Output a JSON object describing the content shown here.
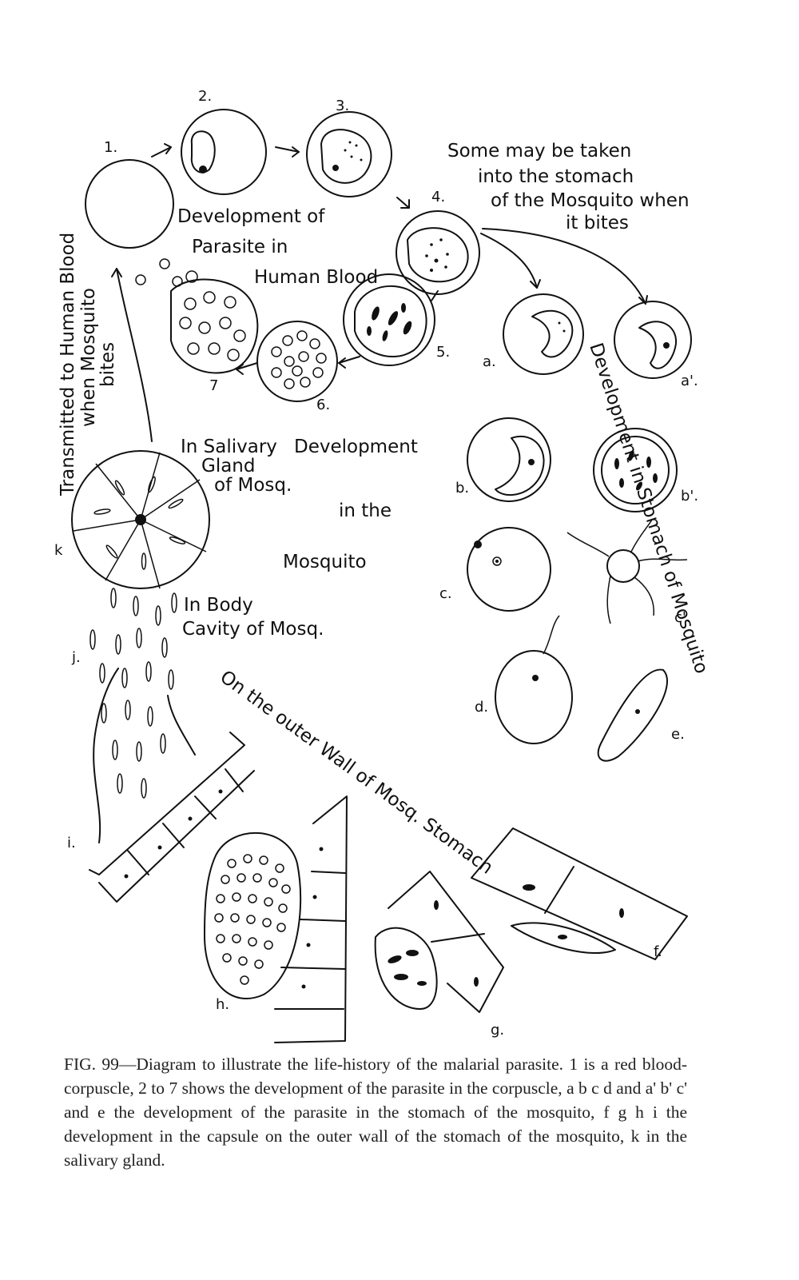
{
  "labels": {
    "n1": "1.",
    "n2": "2.",
    "n3": "3.",
    "n4": "4.",
    "n5": "5.",
    "n6": "6.",
    "n7": "7",
    "a": "a.",
    "a_prime": "a'.",
    "b": "b.",
    "b_prime": "b'.",
    "c": "c.",
    "c_prime": "c'.",
    "d": "d.",
    "e": "e.",
    "f": "f.",
    "g": "g.",
    "h": "h.",
    "i": "i.",
    "j": "j.",
    "k": "k"
  },
  "annotations": {
    "dev_human_1": "Development of",
    "dev_human_2": "Parasite in",
    "dev_human_3": "Human Blood",
    "stomach_1": "Some may be taken",
    "stomach_2": "into the stomach",
    "stomach_3": "of the Mosquito when",
    "stomach_4": "it bites",
    "transmitted_1": "Transmitted to Human Blood",
    "transmitted_2": "when Mosquito",
    "transmitted_3": "bites",
    "salivary_1": "In Salivary",
    "salivary_2": "Gland",
    "salivary_3": "of Mosq.",
    "dev_mosq_1": "Development",
    "dev_mosq_2": "in the",
    "dev_mosq_3": "Mosquito",
    "body_cavity_1": "In Body",
    "body_cavity_2": "Cavity of Mosq.",
    "dev_stomach": "Development in Stomach of Mosquito",
    "outer_wall": "On the outer Wall of Mosq. Stomach"
  },
  "caption": {
    "fig_label": "FIG. 99",
    "text": "—Diagram to illustrate the life-history of the malarial parasite. 1 is a red blood-corpuscle, 2 to 7 shows the development of the parasite in the corpuscle, a b c d and a' b' c' and e the development of the parasite in the stomach of the mosquito, f g h i the development in the capsule on the outer wall of the stomach of the mosquito, k in the salivary gland."
  }
}
